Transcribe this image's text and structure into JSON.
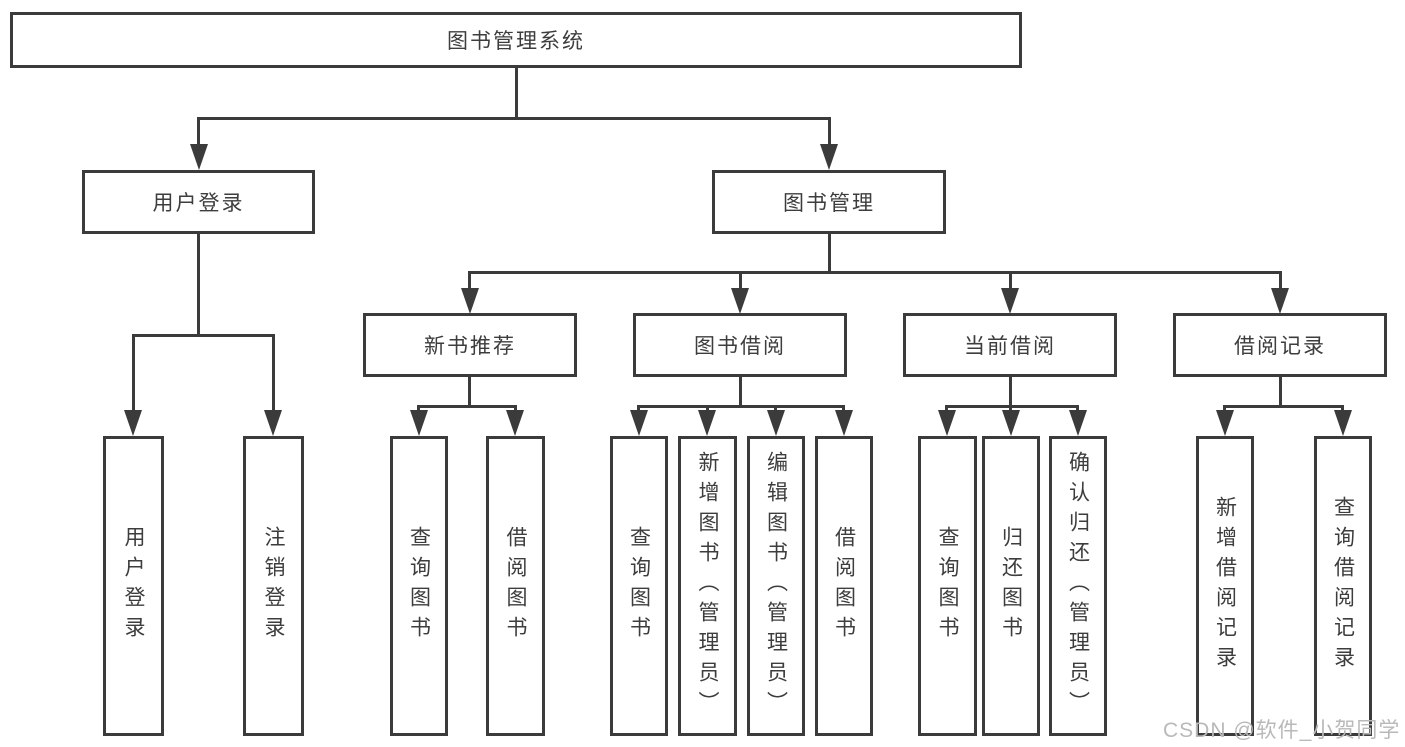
{
  "diagram": {
    "root": {
      "label": "图书管理系统"
    },
    "level2": [
      {
        "label": "用户登录"
      },
      {
        "label": "图书管理"
      }
    ],
    "level3": [
      {
        "label": "新书推荐"
      },
      {
        "label": "图书借阅"
      },
      {
        "label": "当前借阅"
      },
      {
        "label": "借阅记录"
      }
    ],
    "leaves": {
      "user_login": [
        {
          "label": "用户登录"
        },
        {
          "label": "注销登录"
        }
      ],
      "new_books": [
        {
          "label": "查询图书"
        },
        {
          "label": "借阅图书"
        }
      ],
      "book_borrow": [
        {
          "label": "查询图书"
        },
        {
          "label": "新增图书（管理员）"
        },
        {
          "label": "编辑图书（管理员）"
        },
        {
          "label": "借阅图书"
        }
      ],
      "current_borrow": [
        {
          "label": "查询图书"
        },
        {
          "label": "归还图书"
        },
        {
          "label": "确认归还（管理员）"
        }
      ],
      "borrow_records": [
        {
          "label": "新增借阅记录"
        },
        {
          "label": "查询借阅记录"
        }
      ]
    }
  },
  "watermark": {
    "text": "CSDN @软件_小贺同学"
  },
  "colors": {
    "line": "#3b3b3b",
    "text": "#3d3d3d",
    "watermark": "#b9b9b9",
    "background": "#ffffff"
  }
}
